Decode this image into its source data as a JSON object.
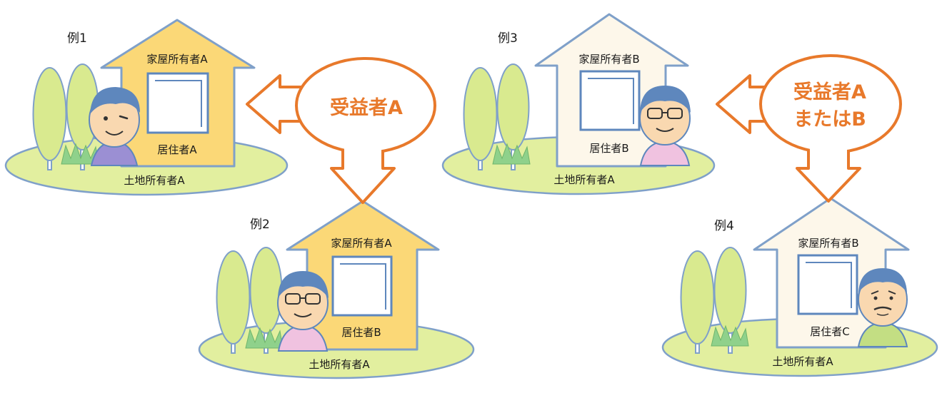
{
  "colors": {
    "house_owned_by_land_owner": "#fbd877",
    "house_owned_by_other": "#fdf7ea",
    "house_outline": "#7fa0c9",
    "ground": "#e2ef9f",
    "tree": "#d9ea8f",
    "grass": "#8fd18b",
    "arrow": "#e8792b",
    "face": "#f9d8b0",
    "hair": "#5e87bd"
  },
  "examples": [
    {
      "label": "例1",
      "house_owner": "家屋所有者A",
      "resident": "居住者A",
      "land_owner": "土地所有者A",
      "house_color": "house_owned_by_land_owner",
      "person": "person-a",
      "shirt": "#9b8fd3"
    },
    {
      "label": "例2",
      "house_owner": "家屋所有者A",
      "resident": "居住者B",
      "land_owner": "土地所有者A",
      "house_color": "house_owned_by_land_owner",
      "person": "person-b",
      "shirt": "#f0c2e0"
    },
    {
      "label": "例3",
      "house_owner": "家屋所有者B",
      "resident": "居住者B",
      "land_owner": "土地所有者A",
      "house_color": "house_owned_by_other",
      "person": "person-b",
      "shirt": "#f0c2e0"
    },
    {
      "label": "例4",
      "house_owner": "家屋所有者B",
      "resident": "居住者C",
      "land_owner": "土地所有者A",
      "house_color": "house_owned_by_other",
      "person": "person-c",
      "shirt": "#c3de83"
    }
  ],
  "beneficiaries": [
    {
      "line1": "受益者A",
      "line2": ""
    },
    {
      "line1": "受益者A",
      "line2": "またはB"
    }
  ]
}
